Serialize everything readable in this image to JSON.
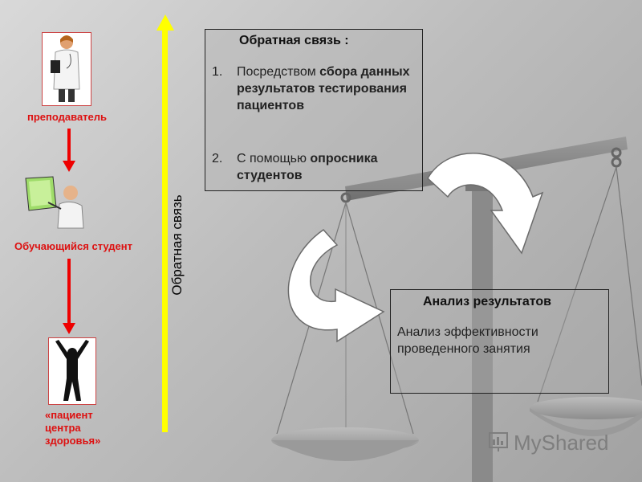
{
  "left_column": {
    "teacher_label": "преподаватель",
    "student_label": "Обучающийся студент",
    "patient_label_1": "«пациент",
    "patient_label_2": "центра",
    "patient_label_3": "здоровья»"
  },
  "feedback_axis_label": "Обратная связь",
  "feedback_box": {
    "title": "Обратная связь   :",
    "items": [
      {
        "number": "1.",
        "text_plain": "Посредством ",
        "text_bold": "сбора данных результатов тестирования пациентов"
      },
      {
        "number": "2.",
        "text_plain": "С помощью ",
        "text_bold": "опросника студентов"
      }
    ]
  },
  "analysis_box": {
    "title": "Анализ результатов",
    "text": "Анализ эффективности проведенного занятия"
  },
  "watermark": "MyShared",
  "colors": {
    "yellow_arrow": "#ffff00",
    "red_arrows": "#ee0000",
    "labels_red": "#dd1111"
  }
}
